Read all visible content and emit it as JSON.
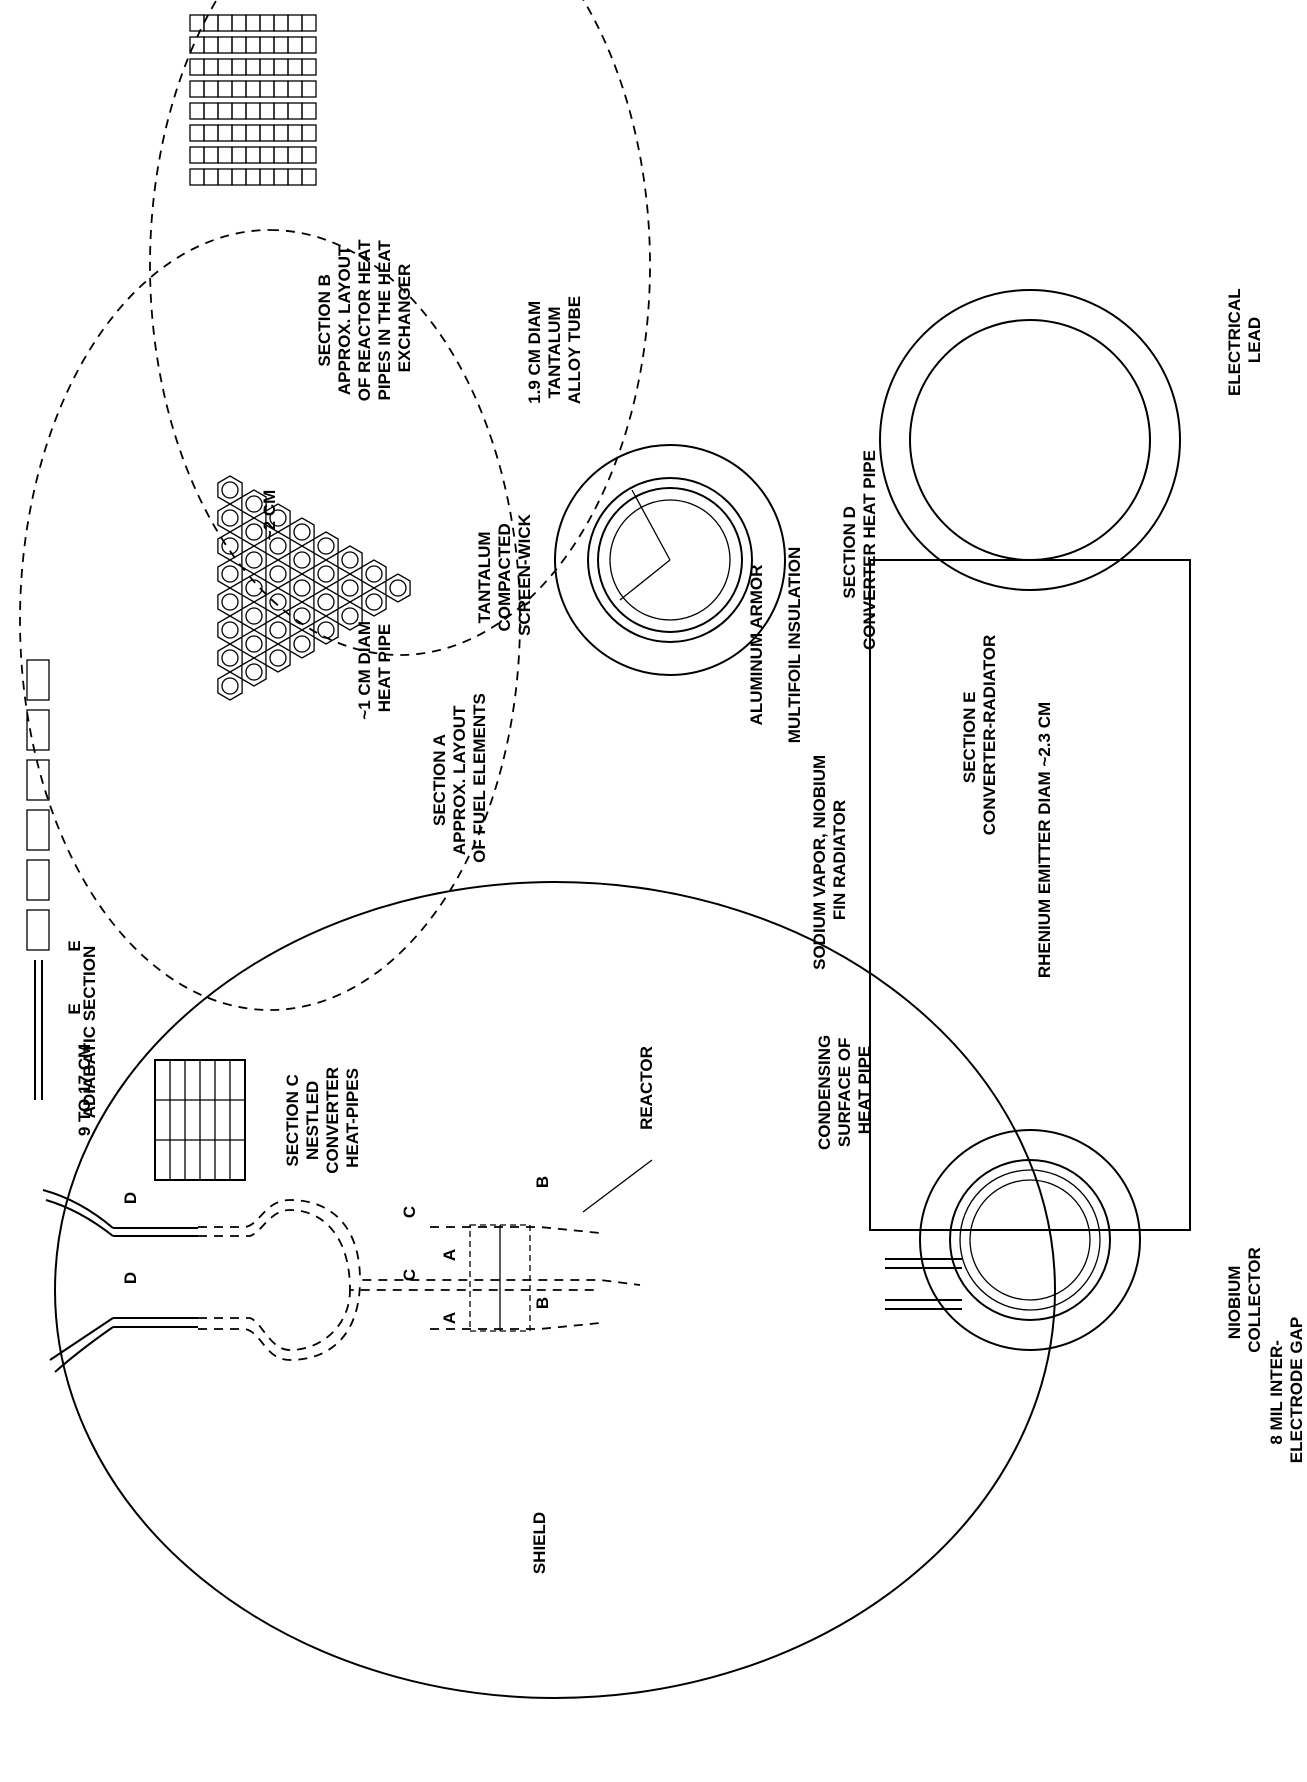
{
  "labels": {
    "shield": "SHIELD",
    "reactor": "REACTOR",
    "adiabatic": "ADIABATIC SECTION",
    "cut_a": "A",
    "cut_b": "B",
    "cut_c": "C",
    "cut_d": "D",
    "cut_e": "E",
    "section_a": [
      "SECTION A",
      "APPROX. LAYOUT",
      "OF FUEL ELEMENTS"
    ],
    "heat_pipe_1cm": [
      "~1 CM DIAM",
      "HEAT PIPE"
    ],
    "pitch_2cm": "~2 CM",
    "section_b": [
      "SECTION B",
      "APPROX. LAYOUT",
      "OF REACTOR HEAT",
      "PIPES IN THE HEAT",
      "EXCHANGER"
    ],
    "section_c": [
      "SECTION C",
      "NESTLED",
      "CONVERTER",
      "HEAT-PIPES"
    ],
    "size_9_17": "9 TO 17 CM",
    "aluminum_armor": "ALUMINUM ARMOR",
    "multifoil": "MULTIFOIL INSULATION",
    "tantalum_wick": [
      "TANTALUM",
      "COMPACTED",
      "SCREEN-WICK"
    ],
    "tantalum_tube": [
      "1.9 CM DIAM",
      "TANTALUM",
      "ALLOY TUBE"
    ],
    "section_d": [
      "SECTION D",
      "CONVERTER HEAT PIPE"
    ],
    "sodium_vapor": [
      "SODIUM VAPOR, NIOBIUM",
      "FIN RADIATOR"
    ],
    "section_e": [
      "SECTION E",
      "CONVERTER-RADIATOR"
    ],
    "condensing": [
      "CONDENSING",
      "SURFACE OF",
      "HEAT PIPE"
    ],
    "rhenium": "RHENIUM EMITTER DIAM ~2.3 CM",
    "niobium_collector": [
      "NIOBIUM",
      "COLLECTOR"
    ],
    "gap": [
      "8 MIL INTER-",
      "ELECTRODE GAP"
    ],
    "electrical_lead": [
      "ELECTRICAL",
      "LEAD"
    ]
  }
}
